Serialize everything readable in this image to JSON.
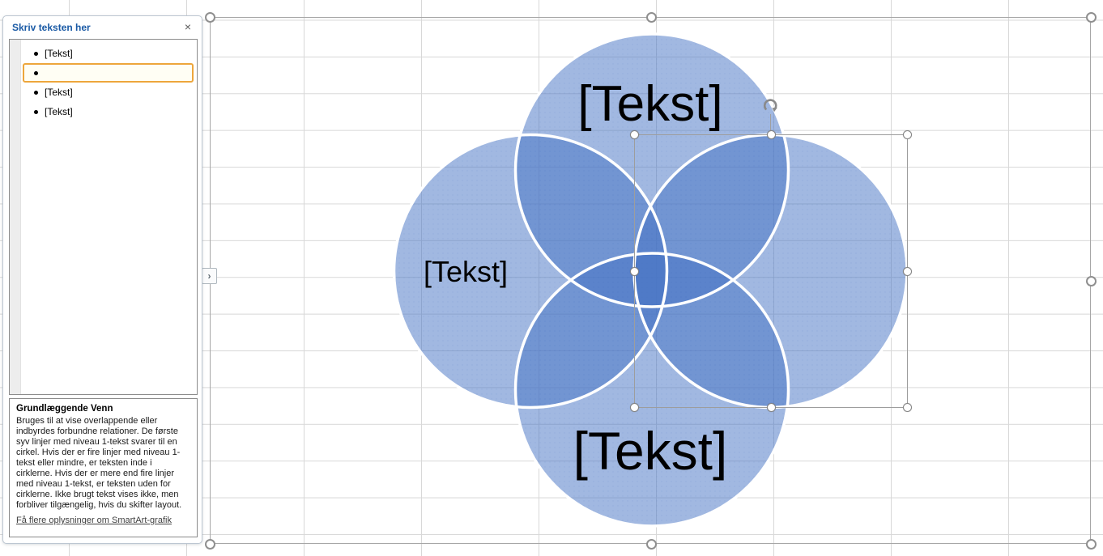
{
  "text_pane": {
    "title": "Skriv teksten her",
    "close_glyph": "×",
    "items": [
      {
        "text": "[Tekst]",
        "selected": false
      },
      {
        "text": "",
        "selected": true
      },
      {
        "text": "[Tekst]",
        "selected": false
      },
      {
        "text": "[Tekst]",
        "selected": false
      }
    ],
    "description": {
      "title": "Grundlæggende Venn",
      "body": "Bruges til at vise overlappende eller indbyrdes forbundne relationer. De første syv linjer med niveau 1-tekst svarer til en cirkel. Hvis der er fire linjer med niveau 1-tekst eller mindre, er teksten inde i cirklerne. Hvis der er mere end fire linjer med niveau 1-tekst, er teksten uden for cirklerne. Ikke brugt tekst vises ikke, men forbliver tilgængelig, hvis du skifter layout.",
      "link": "Få flere oplysninger om SmartArt-grafik"
    },
    "toggle_glyph": "›"
  },
  "diagram": {
    "type": "venn",
    "layout_name": "Grundlæggende Venn",
    "labels": {
      "top": "[Tekst]",
      "right": "",
      "bottom": "[Tekst]",
      "left": "[Tekst]"
    },
    "accent_color": "#4472C4",
    "outline_color": "#FFFFFF",
    "selected_circle": "right"
  }
}
